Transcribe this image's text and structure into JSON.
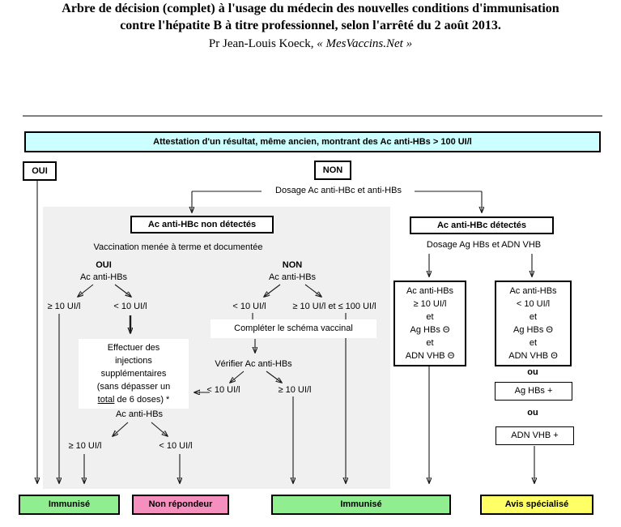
{
  "title": {
    "line1": "Arbre de décision (complet) à l'usage du médecin des nouvelles conditions d'immunisation",
    "line2": "contre l'hépatite B à titre professionnel, selon l'arrêté du 2 août 2013.",
    "author": "Pr Jean-Louis Koeck, ",
    "site": "« MesVaccins.Net »"
  },
  "banner": "Attestation d'un résultat, même ancien, montrant des Ac anti-HBs > 100 UI/l",
  "answers": {
    "yes": "OUI",
    "no": "NON"
  },
  "dosage_hbc": "Dosage Ac anti-HBc et anti-HBs",
  "left": {
    "header": "Ac anti-HBc non détectés",
    "vaccination": "Vaccination menée à terme et documentée",
    "oui": "OUI",
    "non": "NON",
    "ac_anti_hbs": "Ac anti-HBs",
    "ge10": "≥ 10 UI/l",
    "lt10": "< 10 UI/l",
    "ge10_le100": "≥ 10 UI/l et ≤ 100 UI/l",
    "completer": "Compléter le schéma vaccinal",
    "verifier": "Vérifier Ac anti-HBs",
    "effectuer": {
      "l1": "Effectuer des",
      "l2": "injections",
      "l3": "supplémentaires",
      "l4": "(sans dépasser un",
      "l5_underlined": "total",
      "l5_rest": " de 6 doses) *"
    }
  },
  "right": {
    "header": "Ac anti-HBc détectés",
    "dosage": "Dosage Ag HBs et ADN VHB",
    "box_a": [
      "Ac anti-HBs",
      "≥ 10 UI/l",
      "et",
      "Ag HBs Θ",
      "et",
      "ADN VHB Θ"
    ],
    "box_b": [
      "Ac anti-HBs",
      "< 10 UI/l",
      "et",
      "Ag HBs Θ",
      "et",
      "ADN VHB Θ"
    ],
    "ou": "ou",
    "ag_hbs_plus": "Ag HBs +",
    "adn_vhb_plus": "ADN VHB +"
  },
  "results": {
    "immunise1": "Immunisé",
    "non_repondeur": "Non répondeur",
    "immunise2": "Immunisé",
    "avis_specialise": "Avis spécialisé"
  },
  "colors": {
    "banner-bg": "#CCFFFF",
    "panel-bg": "#F0F0F0",
    "green": "#90EE90",
    "pink": "#F590BE",
    "yellow": "#FFFF66",
    "divider": "#808080"
  }
}
